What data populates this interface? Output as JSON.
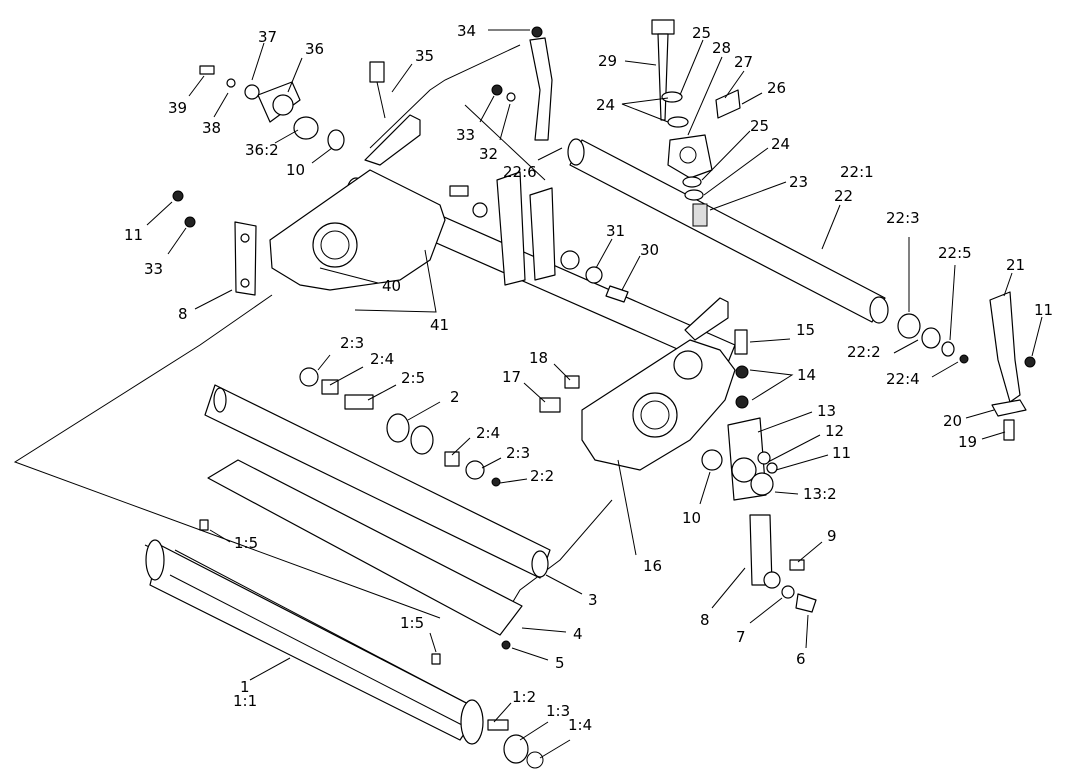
{
  "diagram": {
    "callouts": [
      {
        "id": "c34",
        "text": "34"
      },
      {
        "id": "c29",
        "text": "29"
      },
      {
        "id": "c25a",
        "text": "25"
      },
      {
        "id": "c28",
        "text": "28"
      },
      {
        "id": "c27",
        "text": "27"
      },
      {
        "id": "c26",
        "text": "26"
      },
      {
        "id": "c24a",
        "text": "24"
      },
      {
        "id": "c25b",
        "text": "25"
      },
      {
        "id": "c24b",
        "text": "24"
      },
      {
        "id": "c23",
        "text": "23"
      },
      {
        "id": "c22_1",
        "text": "22:1"
      },
      {
        "id": "c22",
        "text": "22"
      },
      {
        "id": "c37",
        "text": "37"
      },
      {
        "id": "c36",
        "text": "36"
      },
      {
        "id": "c35",
        "text": "35"
      },
      {
        "id": "c39",
        "text": "39"
      },
      {
        "id": "c38",
        "text": "38"
      },
      {
        "id": "c36_2",
        "text": "36:2"
      },
      {
        "id": "c10a",
        "text": "10"
      },
      {
        "id": "c33a",
        "text": "33"
      },
      {
        "id": "c32",
        "text": "32"
      },
      {
        "id": "c22_6",
        "text": "22:6"
      },
      {
        "id": "c11a",
        "text": "11"
      },
      {
        "id": "c33b",
        "text": "33"
      },
      {
        "id": "c31",
        "text": "31"
      },
      {
        "id": "c30",
        "text": "30"
      },
      {
        "id": "c40",
        "text": "40"
      },
      {
        "id": "c41",
        "text": "41"
      },
      {
        "id": "c8a",
        "text": "8"
      },
      {
        "id": "c22_3",
        "text": "22:3"
      },
      {
        "id": "c22_5",
        "text": "22:5"
      },
      {
        "id": "c21",
        "text": "21"
      },
      {
        "id": "c11b",
        "text": "11"
      },
      {
        "id": "c22_2",
        "text": "22:2"
      },
      {
        "id": "c22_4",
        "text": "22:4"
      },
      {
        "id": "c15",
        "text": "15"
      },
      {
        "id": "c14",
        "text": "14"
      },
      {
        "id": "c18",
        "text": "18"
      },
      {
        "id": "c17",
        "text": "17"
      },
      {
        "id": "c2_3a",
        "text": "2:3"
      },
      {
        "id": "c2_4a",
        "text": "2:4"
      },
      {
        "id": "c2_5",
        "text": "2:5"
      },
      {
        "id": "c2",
        "text": "2"
      },
      {
        "id": "c13",
        "text": "13"
      },
      {
        "id": "c12",
        "text": "12"
      },
      {
        "id": "c11c",
        "text": "11"
      },
      {
        "id": "c13_2",
        "text": "13:2"
      },
      {
        "id": "c20",
        "text": "20"
      },
      {
        "id": "c19",
        "text": "19"
      },
      {
        "id": "c2_4b",
        "text": "2:4"
      },
      {
        "id": "c2_3b",
        "text": "2:3"
      },
      {
        "id": "c2_2",
        "text": "2:2"
      },
      {
        "id": "c10b",
        "text": "10"
      },
      {
        "id": "c9",
        "text": "9"
      },
      {
        "id": "c1_5a",
        "text": "1:5"
      },
      {
        "id": "c16",
        "text": "16"
      },
      {
        "id": "c3",
        "text": "3"
      },
      {
        "id": "c8b",
        "text": "8"
      },
      {
        "id": "c7",
        "text": "7"
      },
      {
        "id": "c6",
        "text": "6"
      },
      {
        "id": "c4",
        "text": "4"
      },
      {
        "id": "c1_5b",
        "text": "1:5"
      },
      {
        "id": "c5",
        "text": "5"
      },
      {
        "id": "c1",
        "text": "1"
      },
      {
        "id": "c1_1",
        "text": "1:1"
      },
      {
        "id": "c1_2",
        "text": "1:2"
      },
      {
        "id": "c1_3",
        "text": "1:3"
      },
      {
        "id": "c1_4",
        "text": "1:4"
      }
    ]
  }
}
